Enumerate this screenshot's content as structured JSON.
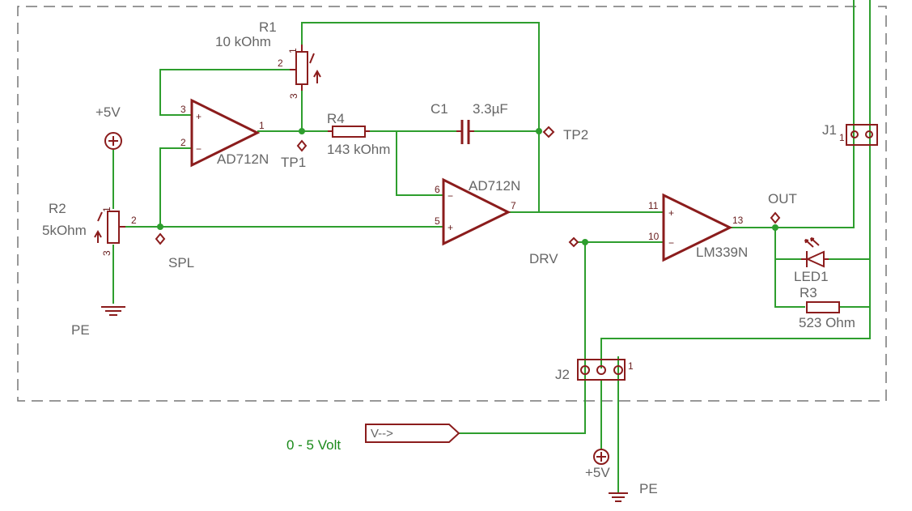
{
  "components": {
    "r1": {
      "name": "R1",
      "value": "10 kOhm",
      "pin_a": "1",
      "pin_b": "2",
      "pin_c": "3"
    },
    "r2": {
      "name": "R2",
      "value": "5kOhm",
      "pin_a": "1",
      "pin_b": "2",
      "pin_c": "3"
    },
    "r3": {
      "name": "R3",
      "value": "523 Ohm"
    },
    "r4": {
      "name": "R4",
      "value": "143 kOhm"
    },
    "c1": {
      "name": "C1",
      "value": "3.3µF"
    },
    "u1": {
      "name": "AD712N",
      "pin_plus": "3",
      "pin_minus": "2",
      "pin_out": "1"
    },
    "u2": {
      "name": "AD712N",
      "pin_minus": "6",
      "pin_plus": "5",
      "pin_out": "7"
    },
    "u3": {
      "name": "LM339N",
      "pin_plus": "11",
      "pin_minus": "10",
      "pin_out": "13"
    },
    "led1": {
      "name": "LED1"
    },
    "j1": {
      "name": "J1",
      "pin": "1"
    },
    "j2": {
      "name": "J2",
      "pin": "1"
    }
  },
  "test_points": {
    "tp1": "TP1",
    "tp2": "TP2",
    "spl": "SPL",
    "out": "OUT",
    "drv": "DRV"
  },
  "supplies": {
    "vcc_top": "+5V",
    "vcc_bottom": "+5V",
    "gnd_left": "PE",
    "gnd_bottom": "PE"
  },
  "input": {
    "port_label": "V-->",
    "range_label": "0 - 5 Volt"
  },
  "colors": {
    "symbol": "#8b1c1c",
    "wire": "#2e9e2e",
    "text": "#666666",
    "frame": "#777777",
    "range_text": "#1a8a1a"
  }
}
